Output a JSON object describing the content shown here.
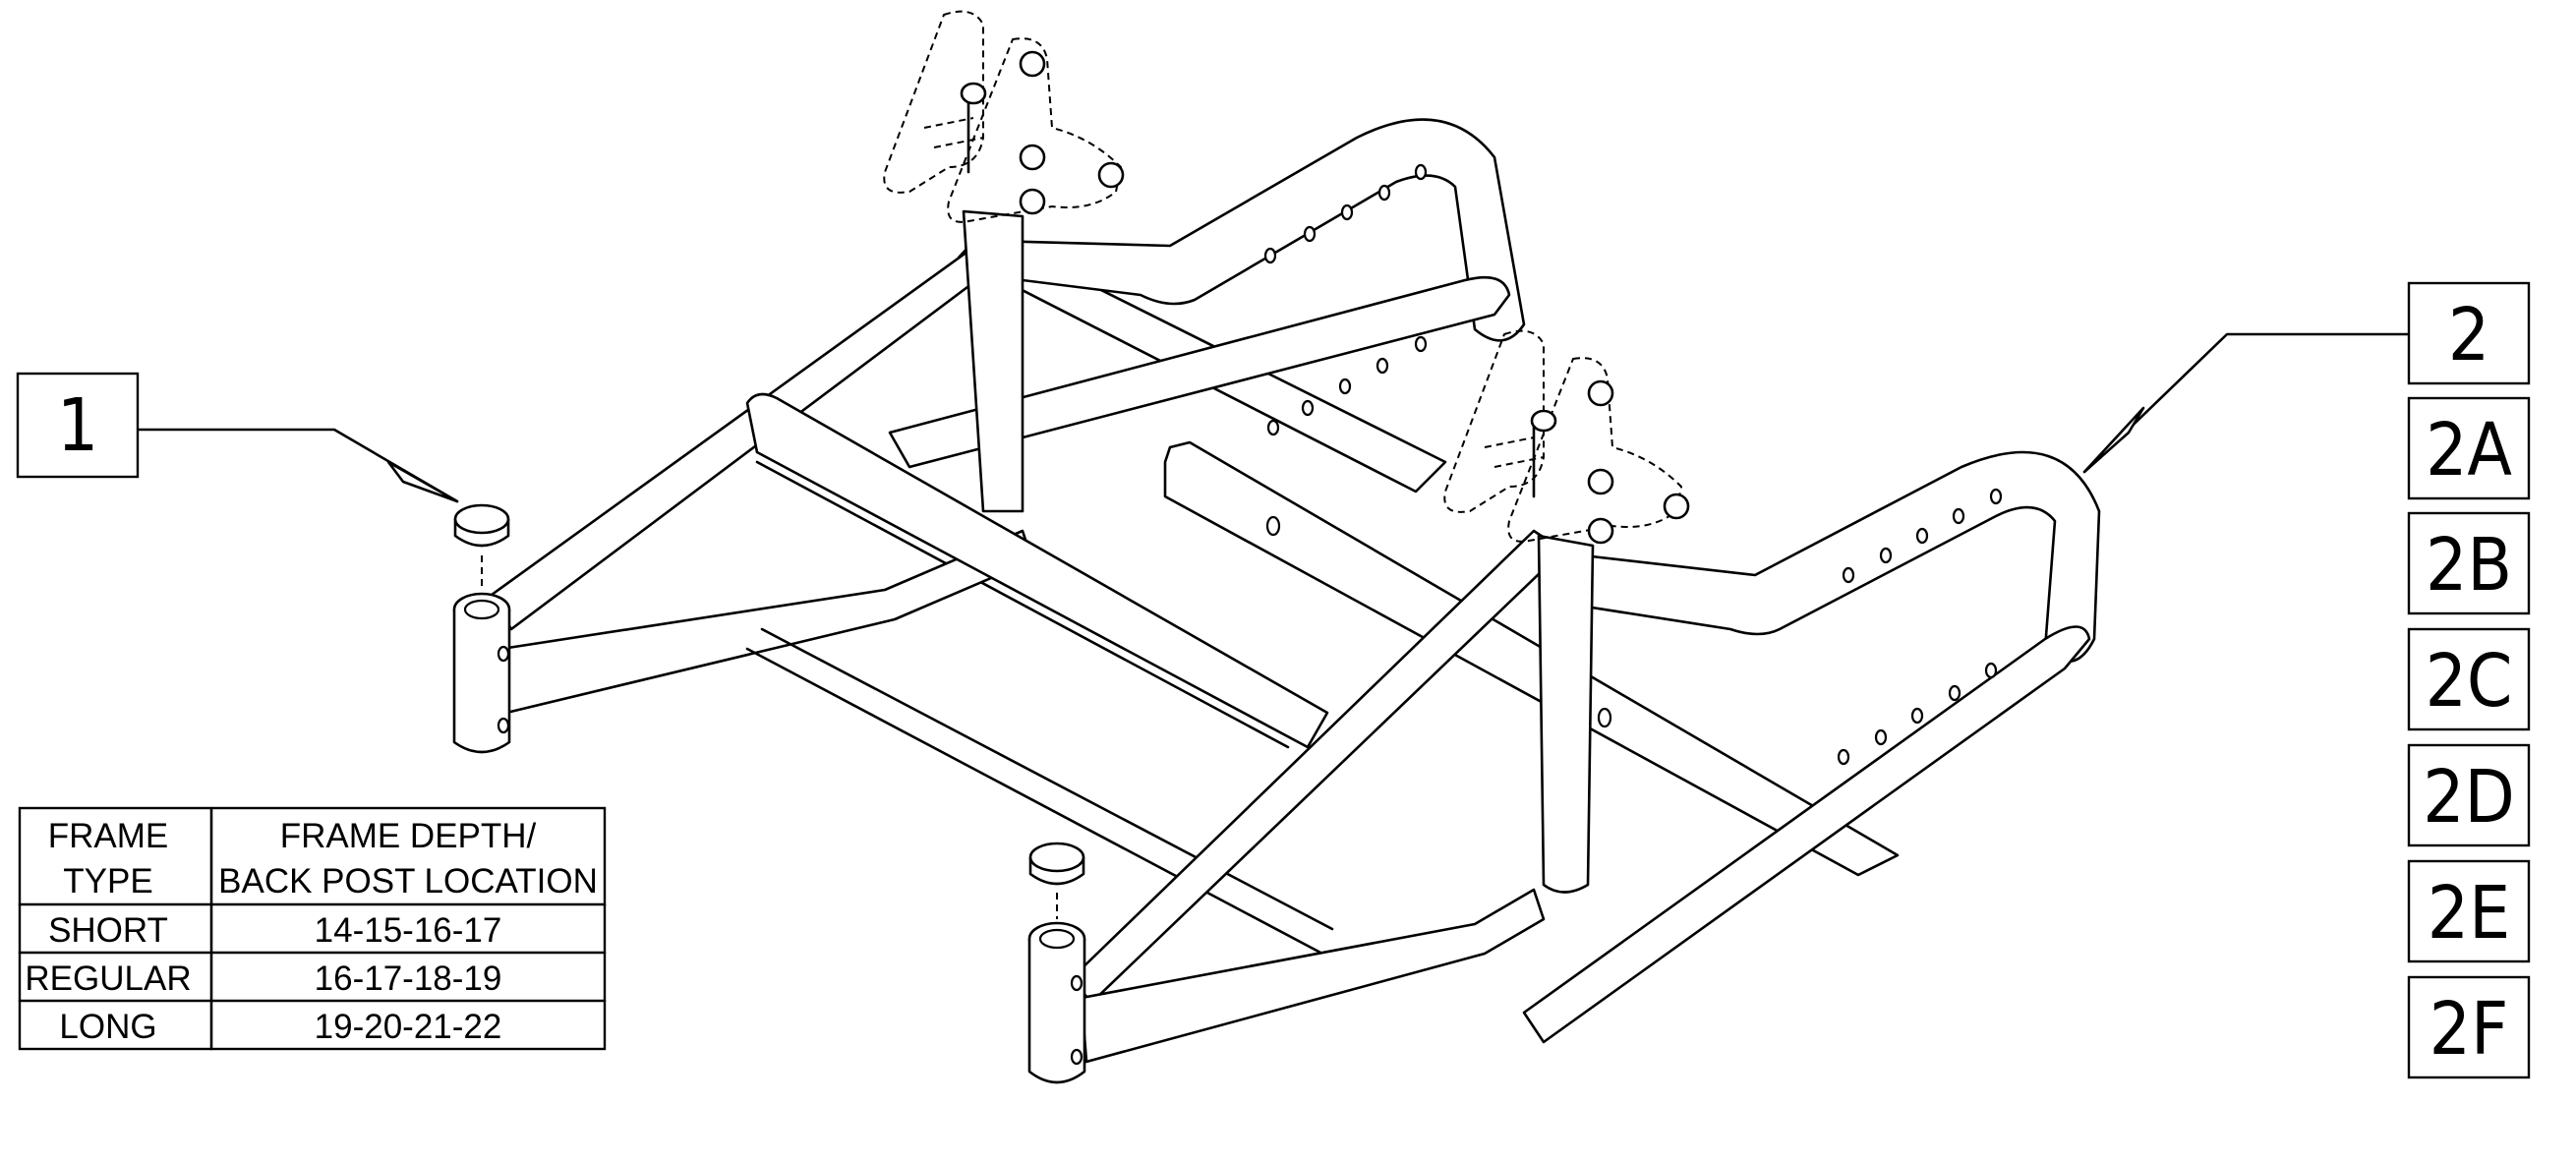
{
  "callouts": {
    "left": "1",
    "right": [
      "2",
      "2A",
      "2B",
      "2C",
      "2D",
      "2E",
      "2F"
    ]
  },
  "table": {
    "headers": [
      [
        "FRAME",
        "TYPE"
      ],
      [
        "FRAME DEPTH/",
        "BACK POST LOCATION"
      ]
    ],
    "rows": [
      [
        "SHORT",
        "14-15-16-17"
      ],
      [
        "REGULAR",
        "16-17-18-19"
      ],
      [
        "LONG",
        "19-20-21-22"
      ]
    ]
  }
}
